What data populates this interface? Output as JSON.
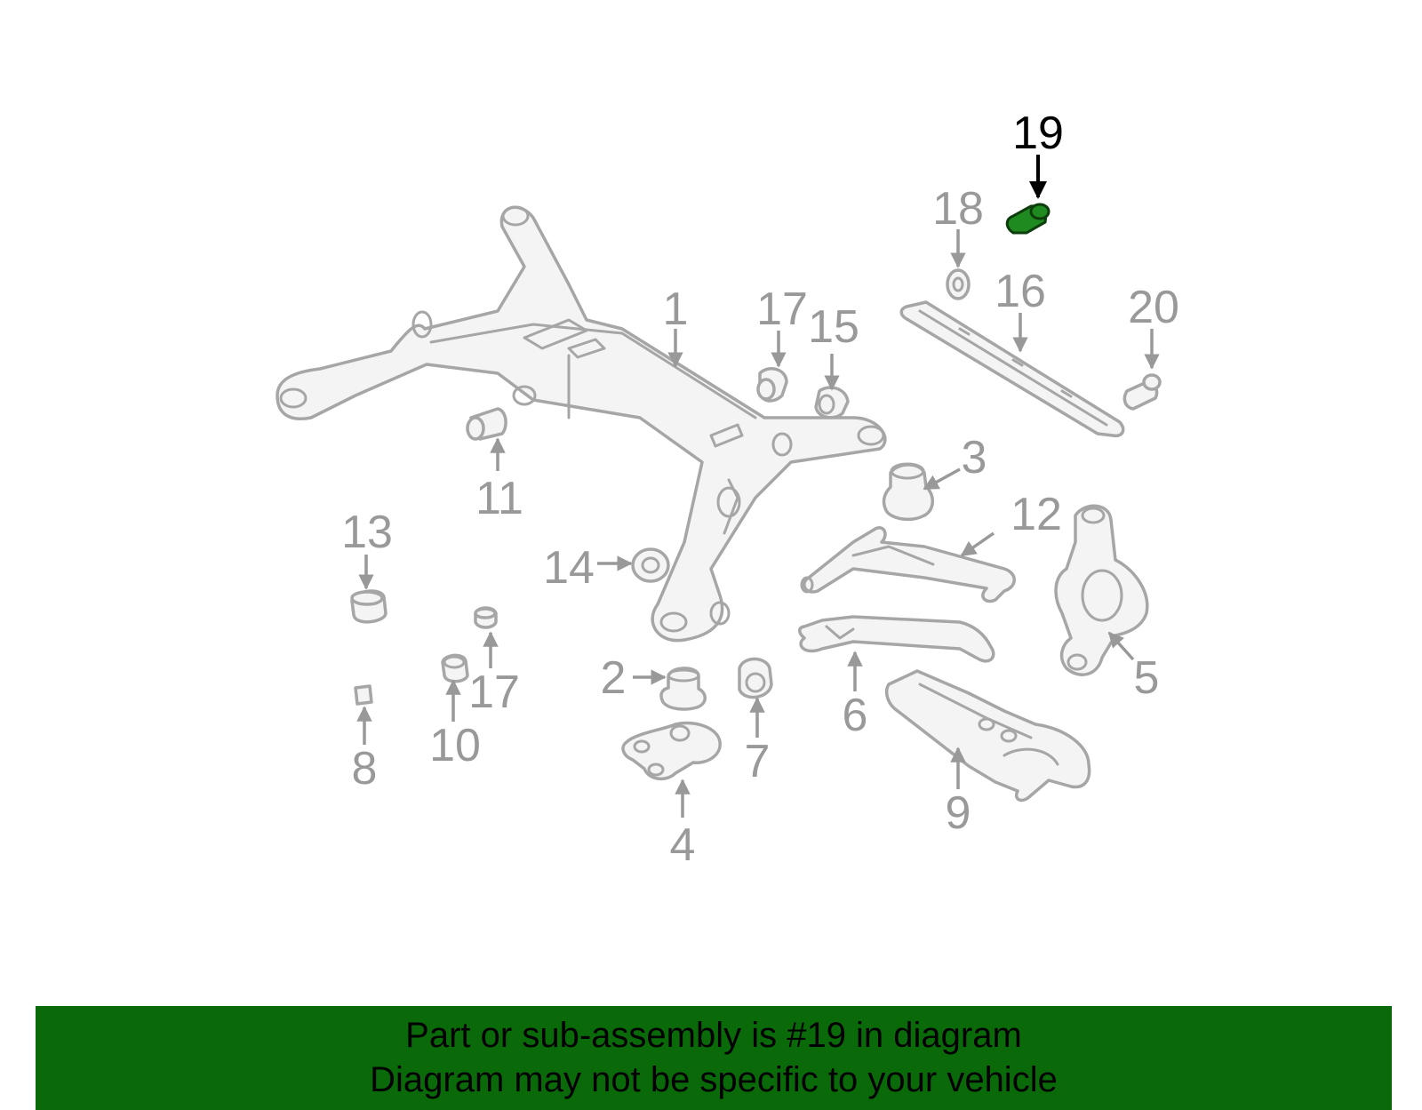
{
  "diagram": {
    "highlighted_part": "19",
    "highlight_color": "#1f8a1f",
    "labels": {
      "l1": "1",
      "l2": "2",
      "l3": "3",
      "l4": "4",
      "l5": "5",
      "l6": "6",
      "l7": "7",
      "l8": "8",
      "l9": "9",
      "l10": "10",
      "l11": "11",
      "l12": "12",
      "l13": "13",
      "l14": "14",
      "l15": "15",
      "l16": "16",
      "l17a": "17",
      "l17b": "17",
      "l18": "18",
      "l19": "19",
      "l20": "20"
    }
  },
  "banner": {
    "color": "#0a6a0a",
    "line1": "Part or sub-assembly is #19 in diagram",
    "line2": "Diagram may not be specific to your vehicle"
  }
}
